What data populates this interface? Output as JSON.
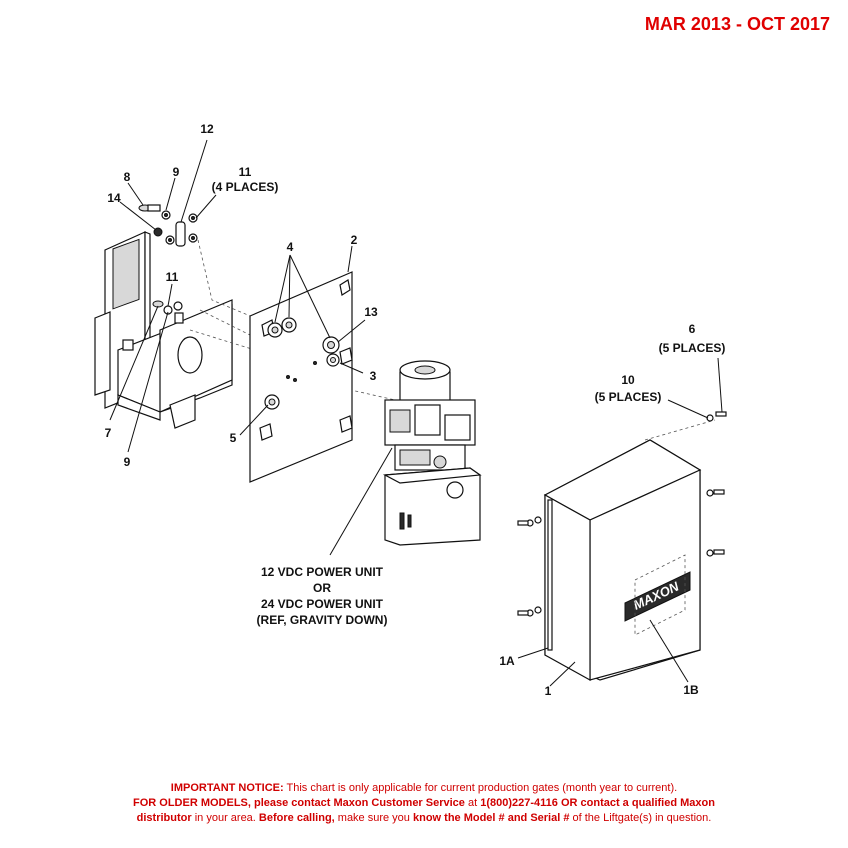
{
  "header": {
    "date_range": "MAR 2013 - OCT 2017"
  },
  "callouts": {
    "c12": "12",
    "c8": "8",
    "c9_top": "9",
    "c11_top": "11",
    "c11_top_qty": "(4 PLACES)",
    "c14": "14",
    "c4": "4",
    "c2": "2",
    "c11_mid": "11",
    "c13": "13",
    "c3": "3",
    "c7": "7",
    "c9_bottom": "9",
    "c5": "5",
    "c6": "6",
    "c6_qty": "(5 PLACES)",
    "c10": "10",
    "c10_qty": "(5 PLACES)",
    "c1A": "1A",
    "c1": "1",
    "c1B": "1B"
  },
  "power_unit_label": {
    "line1": "12 VDC POWER UNIT",
    "line2": "OR",
    "line3": "24 VDC POWER UNIT",
    "line4": "(REF, GRAVITY DOWN)"
  },
  "cover_brand": "MAXON",
  "notice": {
    "l1_bold": "IMPORTANT NOTICE:",
    "l1_rest": " This chart is only applicable for current production gates (month year to current).",
    "l2_bold1": "FOR OLDER MODELS, please contact Maxon Customer Service",
    "l2_mid": " at ",
    "l2_bold2": "1(800)227-4116 OR contact a qualified Maxon",
    "l3_bold1": "distributor",
    "l3_mid1": " in your area. ",
    "l3_bold2": "Before calling,",
    "l3_mid2": " make sure you ",
    "l3_bold3": "know the Model # and Serial #",
    "l3_end": " of the Liftgate(s) in question."
  },
  "colors": {
    "date_range": "#e00000",
    "notice": "#d00000",
    "linework": "#111111"
  }
}
